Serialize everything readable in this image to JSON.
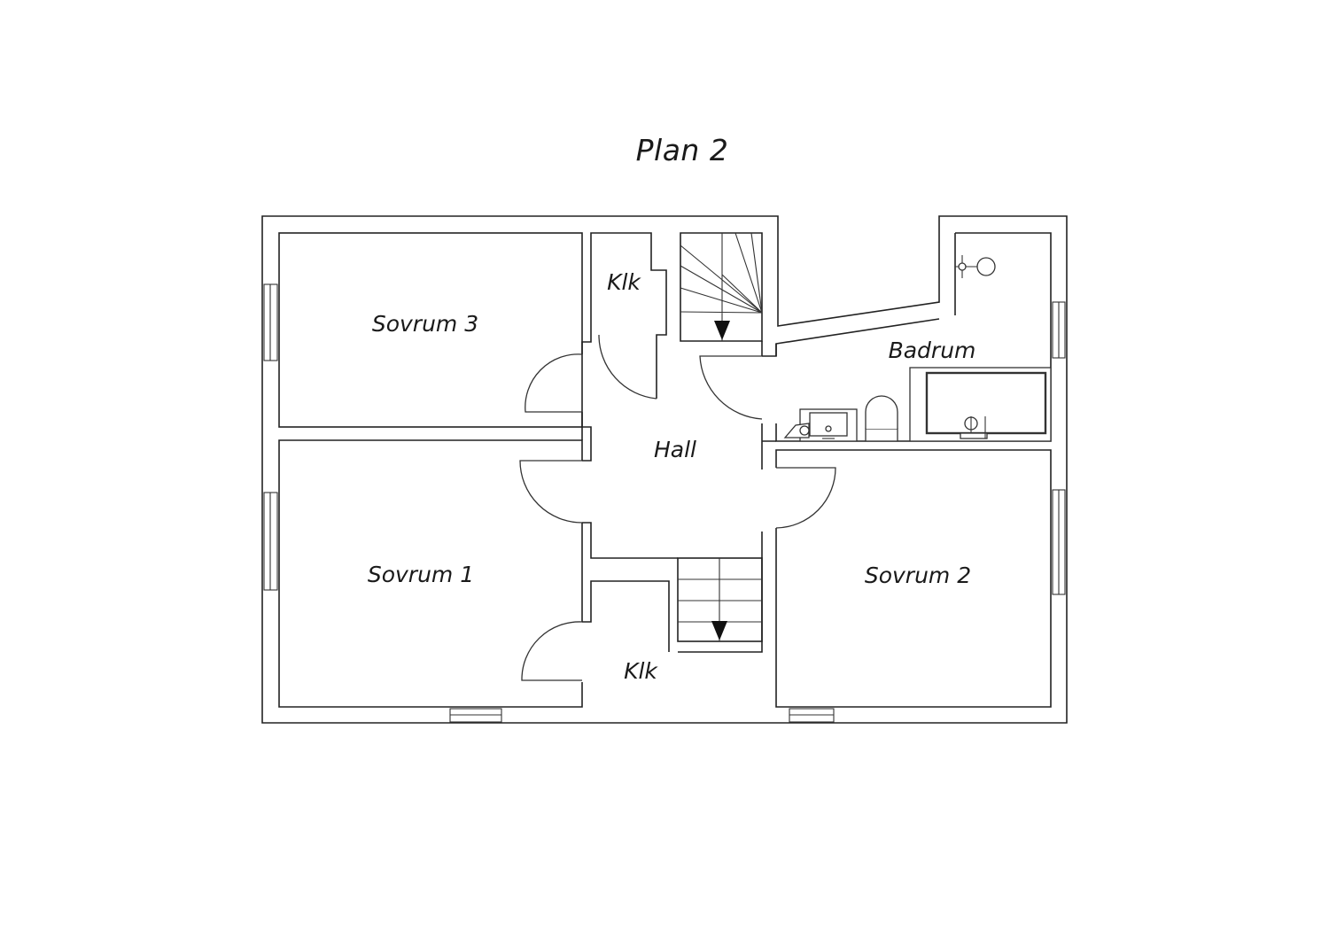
{
  "title": "Plan 2",
  "rooms": {
    "sovrum3": "Sovrum 3",
    "sovrum1": "Sovrum 1",
    "sovrum2": "Sovrum 2",
    "klk_top": "Klk",
    "klk_bottom": "Klk",
    "hall": "Hall",
    "badrum": "Badrum"
  },
  "colors": {
    "line": "#222222",
    "background": "#ffffff"
  }
}
